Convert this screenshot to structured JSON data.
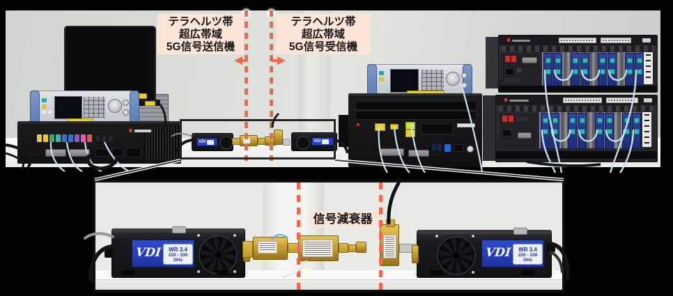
{
  "colors": {
    "annotation_accent": "#F2684A",
    "annotation_label_bg": "#FCE4D6",
    "vdi_label_blue": "#2741C4",
    "cable_cyan": "#C2E7EF",
    "waveguide_gold": "#D2A93B"
  },
  "annotations": {
    "transmitter_label": {
      "line1": "テラヘルツ帯",
      "line2": "超広帯域",
      "line3": "5G信号送信機"
    },
    "receiver_label": {
      "line1": "テラヘルツ帯",
      "line2": "超広帯域",
      "line3": "5G信号受信機"
    },
    "attenuator_label": "信号減衰器"
  },
  "inset": {
    "vdi_left": {
      "brand": "VDI",
      "model": "WR 3.4",
      "range": "220 - 330 GHz"
    },
    "vdi_right": {
      "brand": "VDI",
      "model": "WR 3.4",
      "range": "220 - 330 GHz"
    }
  },
  "photo": {
    "vdi_small_left": {
      "brand": "VDI"
    },
    "vdi_small_right": {
      "brand": "VDI"
    }
  }
}
